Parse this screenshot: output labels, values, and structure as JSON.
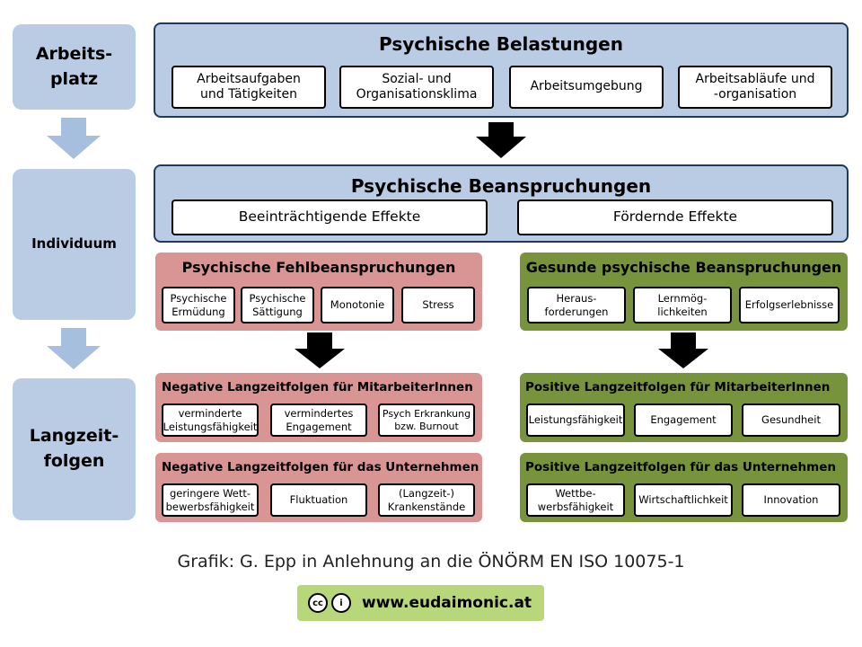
{
  "sidebar": {
    "arbeitsplatz": "Arbeits-\nplatz",
    "individuum": "Individuum",
    "langzeitfolgen": "Langzeit-\nfolgen"
  },
  "belastungen": {
    "title": "Psychische Belastungen",
    "items": [
      "Arbeitsaufgaben\nund Tätigkeiten",
      "Sozial- und\nOrganisationsklima",
      "Arbeitsumgebung",
      "Arbeitsabläufe und\n-organisation"
    ]
  },
  "beanspruchungen": {
    "title": "Psychische Beanspruchungen",
    "items": [
      "Beeinträchtigende Effekte",
      "Fördernde Effekte"
    ]
  },
  "fehlbeanspruchungen": {
    "title": "Psychische Fehlbeanspruchungen",
    "items": [
      "Psychische\nErmüdung",
      "Psychische\nSättigung",
      "Monotonie",
      "Stress"
    ]
  },
  "gesunde": {
    "title": "Gesunde psychische Beanspruchungen",
    "items": [
      "Heraus-\nforderungen",
      "Lernmög-\nlichkeiten",
      "Erfolgserlebnisse"
    ]
  },
  "neg_mitarbeiter": {
    "title": "Negative Langzeitfolgen für MitarbeiterInnen",
    "items": [
      "verminderte\nLeistungsfähigkeit",
      "vermindertes\nEngagement",
      "Psych Erkrankung\nbzw. Burnout"
    ]
  },
  "neg_unternehmen": {
    "title": "Negative Langzeitfolgen für das Unternehmen",
    "items": [
      "geringere Wett-\nbewerbsfähigkeit",
      "Fluktuation",
      "(Langzeit-)\nKrankenstände"
    ]
  },
  "pos_mitarbeiter": {
    "title": "Positive Langzeitfolgen für MitarbeiterInnen",
    "items": [
      "Leistungsfähigkeit",
      "Engagement",
      "Gesundheit"
    ]
  },
  "pos_unternehmen": {
    "title": "Positive Langzeitfolgen für das Unternehmen",
    "items": [
      "Wettbe-\nwerbsfähigkeit",
      "Wirtschaftlichkeit",
      "Innovation"
    ]
  },
  "footer": {
    "credit": "Grafik: G. Epp in Anlehnung an die ÖNÖRM EN ISO 10075-1",
    "website": "www.eudaimonic.at",
    "cc_label": "cc",
    "by_label": "i"
  },
  "colors": {
    "blue": "#b9cce4",
    "red": "#d99594",
    "green": "#77933c",
    "badge": "#b8d77a"
  }
}
